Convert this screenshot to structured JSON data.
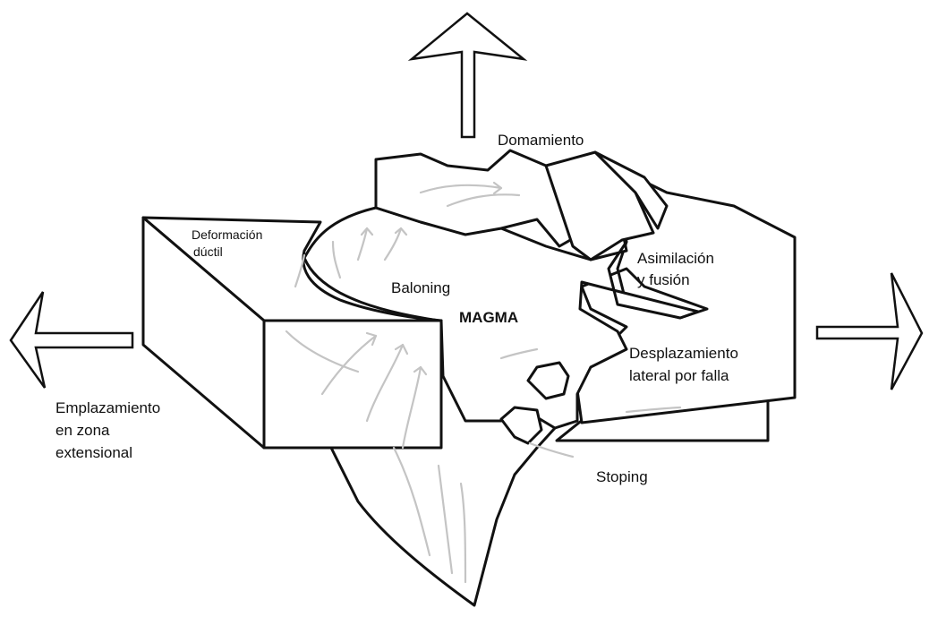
{
  "labels": {
    "domamiento": "Domamiento",
    "deformacion_ductil_1": "Deformación",
    "deformacion_ductil_2": "dúctil",
    "asimilacion_1": "Asimilación",
    "asimilacion_2": "y fusión",
    "baloning": "Baloning",
    "magma": "MAGMA",
    "desplazamiento_1": "Desplazamiento",
    "desplazamiento_2": "lateral por falla",
    "emplazamiento_1": "Emplazamiento",
    "emplazamiento_2": "en zona",
    "emplazamiento_3": "extensional",
    "stoping": "Stoping"
  },
  "arrows": [
    {
      "name": "up-arrow",
      "direction": "up"
    },
    {
      "name": "left-arrow",
      "direction": "left"
    },
    {
      "name": "right-arrow",
      "direction": "right"
    }
  ]
}
